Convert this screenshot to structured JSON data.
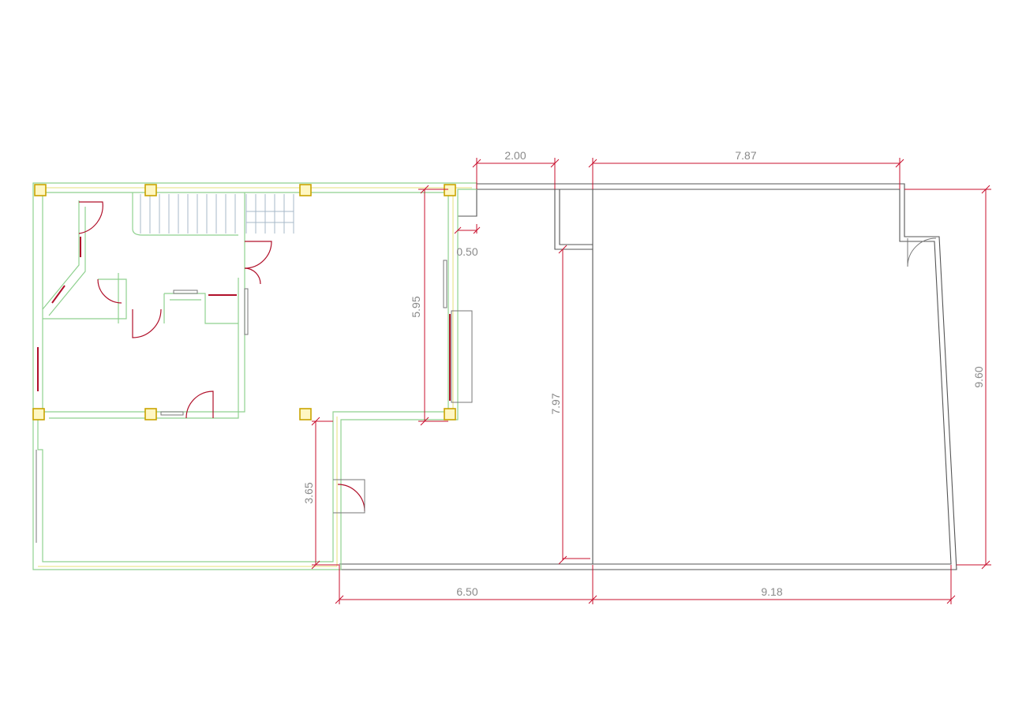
{
  "dimensions": {
    "top_left": "2.00",
    "top_right": "7.87",
    "small": "0.50",
    "house_height": "5.95",
    "garden_height": "3.65",
    "inner_height": "7.97",
    "right_height": "9.60",
    "bottom_left": "6.50",
    "bottom_right": "9.18"
  },
  "colors": {
    "dimension": "#c8102e",
    "wall_outline": "#8fd18f",
    "wall_inner": "#e6e07a",
    "plot_outline": "#555555",
    "column": "#c9a400"
  }
}
